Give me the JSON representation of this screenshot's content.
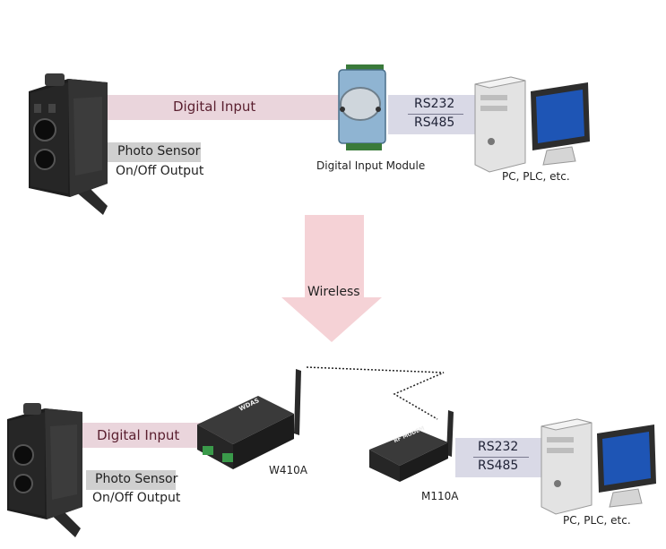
{
  "top": {
    "digital_input": "Digital Input",
    "photo_sensor": "Photo Sensor",
    "onoff_output": "On/Off Output",
    "rs232": "RS232",
    "rs485": "RS485",
    "module_label": "Digital Input Module",
    "pc_label": "PC, PLC, etc."
  },
  "arrow": {
    "label": "Wireless",
    "color": "#f5d2d6"
  },
  "bottom": {
    "digital_input": "Digital Input",
    "photo_sensor": "Photo Sensor",
    "onoff_output": "On/Off Output",
    "w410_label": "W410A",
    "w410_brand": "WDAS",
    "m110_label": "M110A",
    "m110_brand": "RF MODEM",
    "rs232": "RS232",
    "rs485": "RS485",
    "pc_label": "PC, PLC, etc."
  },
  "colors": {
    "input_band": "#ead5dc",
    "serial_band": "#d9d9e6",
    "sensor_label_bg": "#cfcfcf"
  }
}
